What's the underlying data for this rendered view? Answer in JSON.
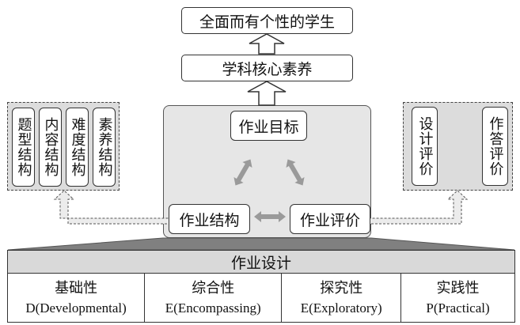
{
  "top_goal": "全面而有个性的学生",
  "core_literacy": "学科核心素养",
  "center": {
    "goal": "作业目标",
    "structure": "作业结构",
    "evaluation": "作业评价"
  },
  "left_group": {
    "items": [
      "题型结构",
      "内容结构",
      "难度结构",
      "素养结构"
    ]
  },
  "right_group": {
    "items": [
      "设计评价",
      "作答评价"
    ]
  },
  "design_title": "作业设计",
  "dimensions": [
    {
      "zh": "基础性",
      "en": "D(Developmental)"
    },
    {
      "zh": "综合性",
      "en": "E(Encompassing)"
    },
    {
      "zh": "探究性",
      "en": "E(Exploratory)"
    },
    {
      "zh": "实践性",
      "en": "P(Practical)"
    }
  ],
  "colors": {
    "panel_fill": "#e6e6e6",
    "side_fill": "#dcdcdc",
    "arrow_fill": "#9a9a9a",
    "header_fill": "#d9d9d9"
  }
}
